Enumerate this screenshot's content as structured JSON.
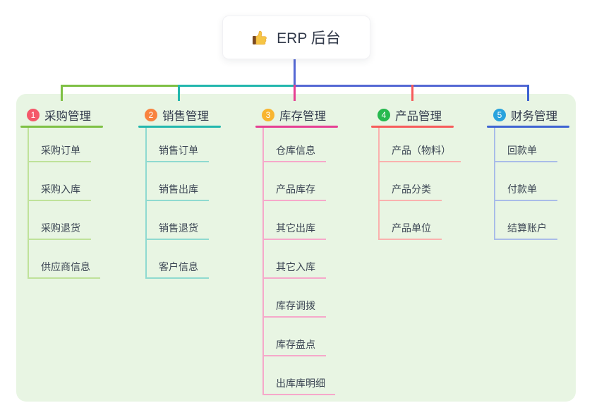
{
  "root": {
    "title": "ERP 后台",
    "icon": "thumbs-up"
  },
  "panel_bg": "#e8f5e3",
  "root_line_color": "#5468d4",
  "branches": [
    {
      "index": "1",
      "label": "采购管理",
      "circle_color": "#f4586a",
      "line_color": "#7ec044",
      "light_color": "#bfe29a",
      "children": [
        "采购订单",
        "采购入库",
        "采购退货",
        "供应商信息"
      ]
    },
    {
      "index": "2",
      "label": "销售管理",
      "circle_color": "#f8833f",
      "line_color": "#22b7ad",
      "light_color": "#8fdad0",
      "children": [
        "销售订单",
        "销售出库",
        "销售退货",
        "客户信息"
      ]
    },
    {
      "index": "3",
      "label": "库存管理",
      "circle_color": "#f8b52f",
      "line_color": "#e63f93",
      "light_color": "#f6a8ca",
      "children": [
        "仓库信息",
        "产品库存",
        "其它出库",
        "其它入库",
        "库存调拨",
        "库存盘点",
        "出库库明细"
      ]
    },
    {
      "index": "4",
      "label": "产品管理",
      "circle_color": "#27b94f",
      "line_color": "#f75b5b",
      "light_color": "#fab1ae",
      "children": [
        "产品（物料）",
        "产品分类",
        "产品单位"
      ]
    },
    {
      "index": "5",
      "label": "财务管理",
      "circle_color": "#29a3dd",
      "line_color": "#3d63d2",
      "light_color": "#a9bce8",
      "children": [
        "回款单",
        "付款单",
        "结算账户"
      ]
    }
  ]
}
